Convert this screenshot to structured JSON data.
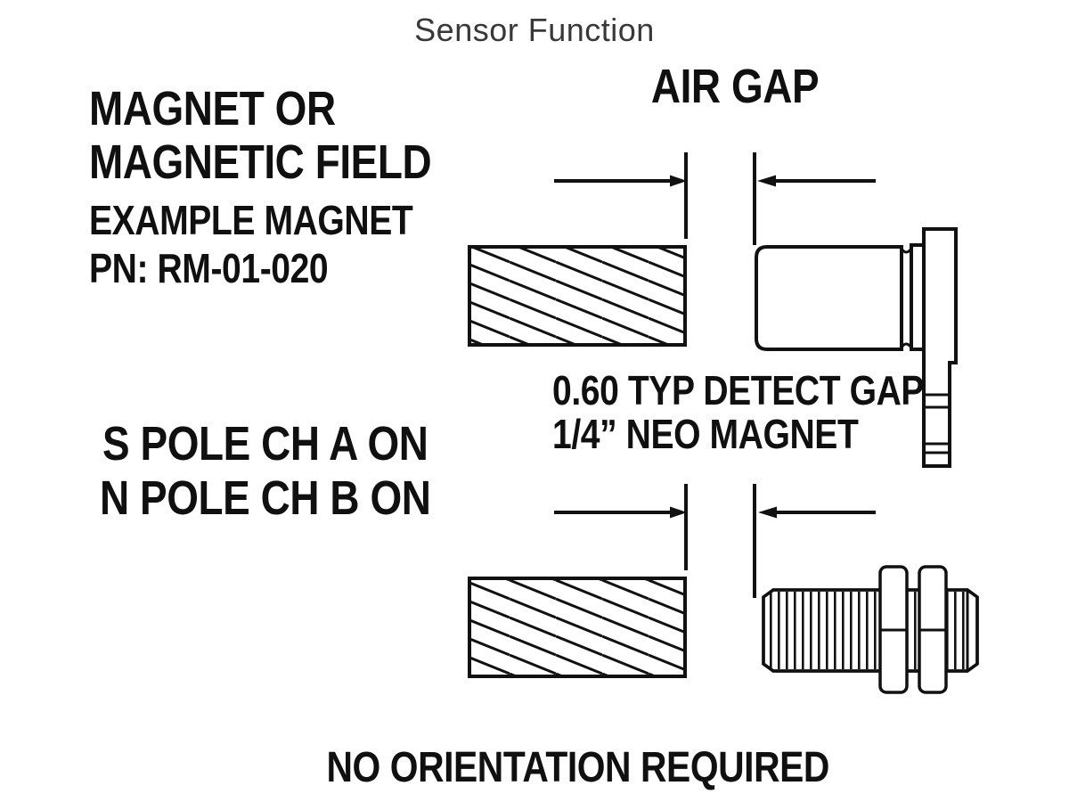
{
  "page": {
    "title": "Sensor Function",
    "background_color": "#ffffff"
  },
  "colors": {
    "line": "#111111",
    "label_text": "#101010",
    "title_text": "#383838"
  },
  "labels": {
    "air_gap": "AIR GAP",
    "magnet_line1": "MAGNET OR",
    "magnet_line2": "MAGNETIC FIELD",
    "example_magnet": "EXAMPLE MAGNET",
    "magnet_pn": "PN: RM-01-020",
    "s_pole": "S POLE CH A ON",
    "n_pole": "N POLE CH B ON",
    "detect_gap": "0.60 TYP DETECT GAP",
    "neo_magnet": "1/4” NEO MAGNET",
    "footer": "NO ORIENTATION REQUIRED"
  },
  "symbols": {
    "top_magnet": "hatched-magnet-block",
    "top_sensor": "flanged-barrel-sensor",
    "bottom_magnet": "hatched-magnet-block",
    "bottom_sensor": "threaded-barrel-sensor-with-jam-nuts",
    "dimension_marks": "air-gap-dimension-arrows"
  }
}
